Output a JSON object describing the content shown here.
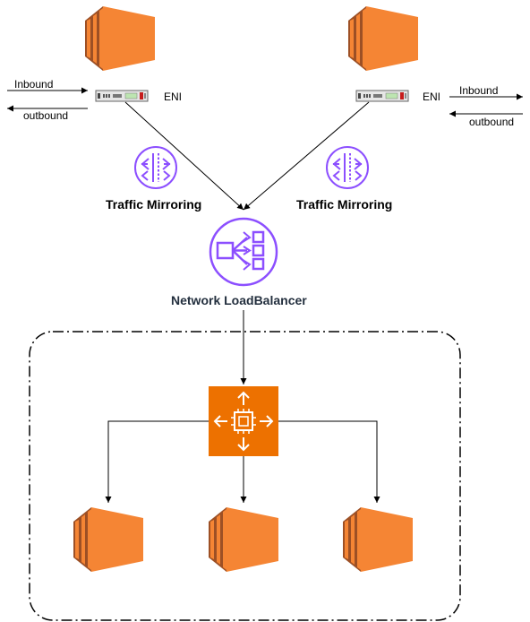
{
  "left": {
    "inbound": "Inbound",
    "outbound": "outbound",
    "eni": "ENI",
    "mirroring": "Traffic Mirroring"
  },
  "right": {
    "inbound": "Inbound",
    "outbound": "outbound",
    "eni": "ENI",
    "mirroring": "Traffic Mirroring"
  },
  "nlb": {
    "label": "Network LoadBalancer"
  },
  "colors": {
    "ec2_light": "#f58534",
    "ec2_dark": "#9d5025",
    "mirroring": "#8c4fff",
    "asg": "#ed7100",
    "line": "#000000"
  },
  "icons": {
    "ec2": "ec2-instance-icon",
    "eni": "network-interface-icon",
    "mirroring": "traffic-mirroring-icon",
    "nlb": "network-load-balancer-icon",
    "asg": "auto-scaling-icon"
  }
}
